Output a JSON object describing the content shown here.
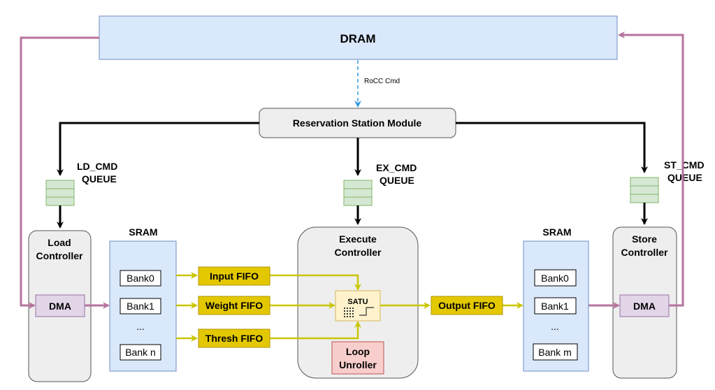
{
  "dram": {
    "label": "DRAM"
  },
  "rocc": {
    "label": "RoCC Cmd"
  },
  "reservation_station": {
    "label": "Reservation Station Module"
  },
  "queues": {
    "ld": {
      "line1": "LD_CMD",
      "line2": "QUEUE"
    },
    "ex": {
      "line1": "EX_CMD",
      "line2": "QUEUE"
    },
    "st": {
      "line1": "ST_CMD",
      "line2": "QUEUE"
    }
  },
  "load_controller": {
    "line1": "Load",
    "line2": "Controller",
    "dma": "DMA"
  },
  "store_controller": {
    "line1": "Store",
    "line2": "Controller",
    "dma": "DMA"
  },
  "execute_controller": {
    "line1": "Execute",
    "line2": "Controller"
  },
  "sram_left": {
    "title": "SRAM",
    "banks": [
      "Bank0",
      "Bank1",
      "...",
      "Bank n"
    ]
  },
  "sram_right": {
    "title": "SRAM",
    "banks": [
      "Bank0",
      "Bank1",
      "...",
      "Bank m"
    ]
  },
  "fifos": {
    "input": "Input FIFO",
    "weight": "Weight FIFO",
    "thresh": "Thresh FIFO",
    "output": "Output FIFO"
  },
  "satu": {
    "label": "SATU"
  },
  "loop_unroller": {
    "line1": "Loop",
    "line2": "Unroller"
  },
  "colors": {
    "dram_fill": "#dae8fc",
    "dram_stroke": "#6c8ebf",
    "controller_fill": "#eeeeee",
    "controller_stroke": "#555555",
    "queue_fill": "#d5e8d4",
    "queue_stroke": "#82b366",
    "dma_fill": "#e1d5e7",
    "dma_stroke": "#9673a6",
    "fifo_fill": "#e3c800",
    "fifo_stroke": "#b09500",
    "satu_fill": "#fff2cc",
    "satu_stroke": "#d6b656",
    "loop_fill": "#f8cecc",
    "loop_stroke": "#b85450",
    "dma_path": "#b5739d",
    "data_path": "#c9c500",
    "cmd_path": "#000000",
    "rocc_path": "#3399dd"
  }
}
